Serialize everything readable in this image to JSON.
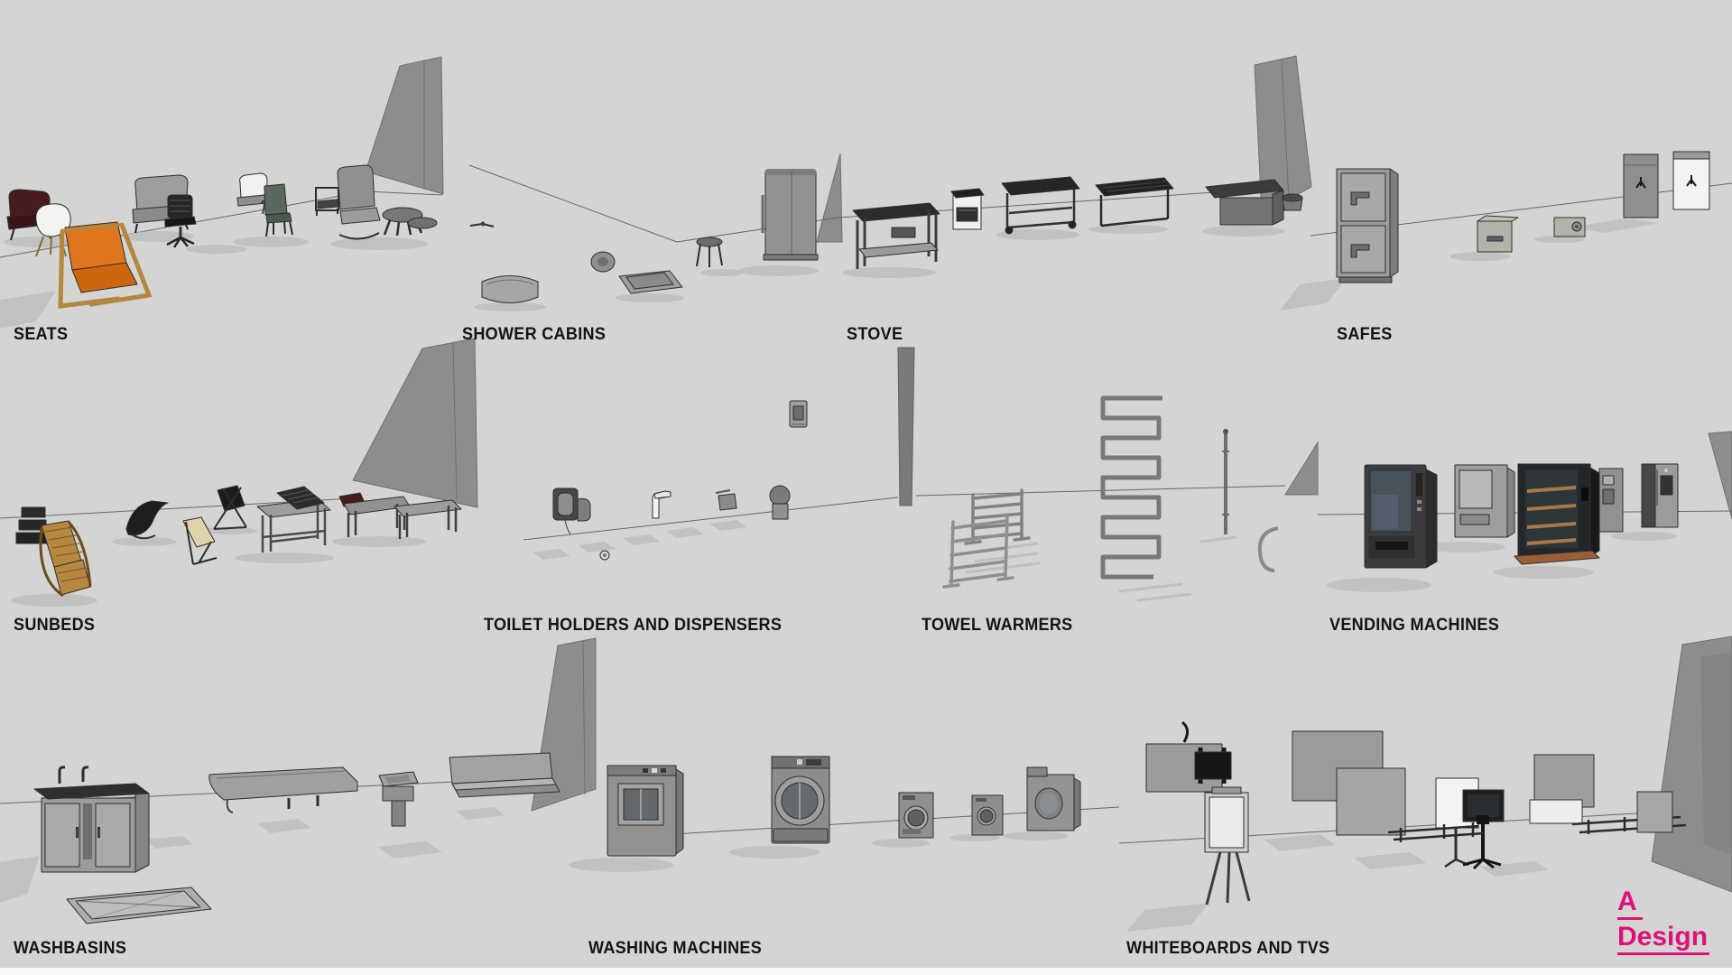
{
  "colors": {
    "bg": "#d4d4d3",
    "wall": "#8d8d8d",
    "line": "#686868",
    "shadow": "#bcbcbc",
    "label_text": "#141414",
    "logo_pink": "#df1179",
    "accent_orange": "#df761d",
    "wood": "#b3873f",
    "maroon": "#471b20",
    "bottom_strip": "#fafafa"
  },
  "sections": [
    {
      "id": "seats",
      "label": "SEATS",
      "items": [
        "maroon armchair",
        "white shell chair",
        "orange lounge armchair",
        "gray armchair",
        "black office chair",
        "white lounge chair with side table",
        "green dining chair",
        "wooden frame chair",
        "gray recliner with ottoman"
      ]
    },
    {
      "id": "shower-cabins",
      "label": "SHOWER CABINS",
      "items": [
        "crank handle",
        "corner shower tray",
        "round drain",
        "square shower tray",
        "shower stool",
        "shower cabin"
      ]
    },
    {
      "id": "stove",
      "label": "STOVE",
      "items": [
        "prep table",
        "freestanding stove",
        "grill stand",
        "cooktop table",
        "worktop cabinet",
        "waste bin"
      ]
    },
    {
      "id": "safes",
      "label": "SAFES",
      "items": [
        "double-door safe",
        "compact safe",
        "mini safe",
        "tall safe",
        "tall white safe"
      ]
    },
    {
      "id": "sunbeds",
      "label": "SUNBEDS",
      "items": [
        "stacked loungers",
        "wooden slat lounger",
        "black chaise lounge",
        "deck chair",
        "folding deck chair",
        "massage table",
        "mesh lounger",
        "cushioned lounger",
        "flat bench lounger"
      ]
    },
    {
      "id": "toilet-holders",
      "label": "TOILET HOLDERS AND DISPENSERS",
      "items": [
        "hand dryer",
        "spare roll",
        "soap dispenser",
        "paper dispenser",
        "toilet roll holder",
        "wall dispenser"
      ]
    },
    {
      "id": "towel-warmers",
      "label": "TOWEL WARMERS",
      "items": [
        "ladder towel rack",
        "tilted ladder rack",
        "serpentine towel warmer",
        "vertical rail",
        "curved rail"
      ]
    },
    {
      "id": "vending-machines",
      "label": "VENDING MACHINES",
      "items": [
        "glass-front vending machine",
        "snack vending machine",
        "showcase cabinet",
        "compact vending machine",
        "water dispenser fridge"
      ]
    },
    {
      "id": "washbasins",
      "label": "WASHBASINS",
      "items": [
        "vanity unit with basin",
        "floor tray",
        "wall trough sink",
        "pedestal fountain",
        "trough basin with splashback"
      ]
    },
    {
      "id": "washing-machines",
      "label": "WASHING MACHINES",
      "items": [
        "industrial washer",
        "front-load dryer",
        "compact washer",
        "compact washer",
        "tumble dryer"
      ]
    },
    {
      "id": "whiteboards-tvs",
      "label": "WHITEBOARDS AND TVS",
      "items": [
        "tv with wall bracket",
        "flipchart easel",
        "mounted board",
        "mounted board",
        "whiteboard on stand",
        "tv on floor stand",
        "wall screen",
        "white panel",
        "floor tv mounts",
        "wall-mounted screen"
      ]
    }
  ],
  "logo": {
    "line1": "A",
    "line2": "Design"
  }
}
